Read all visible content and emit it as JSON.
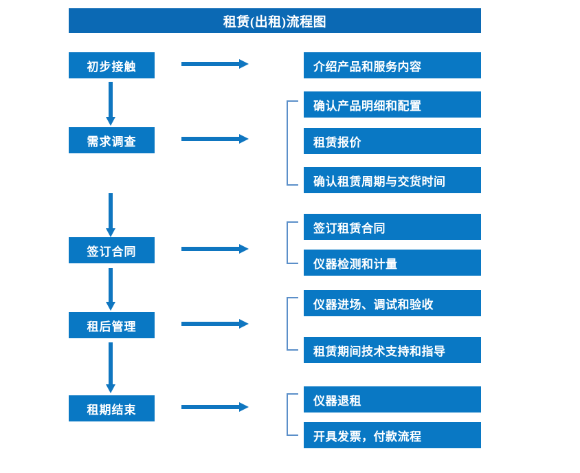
{
  "diagram": {
    "title": "租赁(出租)流程图",
    "colors": {
      "title_bar": "#0b69b4",
      "box_fill": "#0978c4",
      "arrow": "#0f76c0",
      "bracket": "#5b8fc9",
      "text": "#ffffff",
      "background": "#ffffff"
    },
    "stages": [
      {
        "label": "初步接触",
        "details": [
          "介绍产品和服务内容"
        ],
        "bracketed": false
      },
      {
        "label": "需求调查",
        "details": [
          "确认产品明细和配置",
          "租赁报价",
          "确认租赁周期与交货时间"
        ],
        "bracketed": true
      },
      {
        "label": "签订合同",
        "details": [
          "签订租赁合同",
          "仪器检测和计量"
        ],
        "bracketed": true
      },
      {
        "label": "租后管理",
        "details": [
          "仪器进场、调试和验收",
          "租赁期间技术支持和指导"
        ],
        "bracketed": true
      },
      {
        "label": "租期结束",
        "details": [
          "仪器退租",
          "开具发票，付款流程"
        ],
        "bracketed": true
      }
    ]
  }
}
